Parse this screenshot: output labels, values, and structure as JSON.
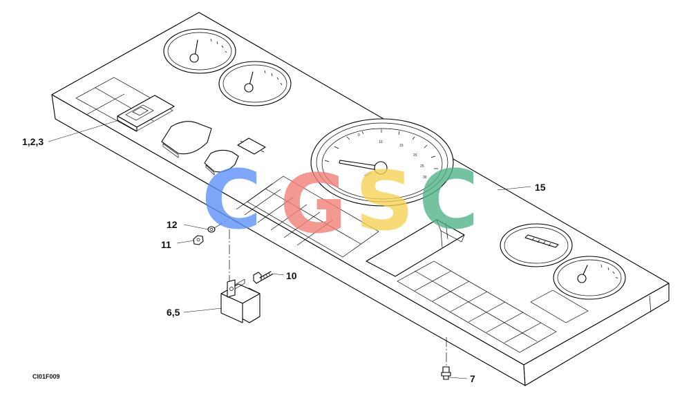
{
  "callouts": {
    "c123": "1,2,3",
    "c15": "15",
    "c12": "12",
    "c11": "11",
    "c10": "10",
    "c65": "6,5",
    "c7": "7"
  },
  "drawing_ref": "CI01F009",
  "watermark": {
    "letters": [
      "C",
      "G",
      "S",
      "C"
    ],
    "colors": [
      "#5b8ff9",
      "#f27c74",
      "#f7d154",
      "#4fb287"
    ]
  },
  "gauge_labels": {
    "tacho_unit": "x100",
    "tacho_ticks": [
      "0",
      "10",
      "15",
      "20",
      "25",
      "30"
    ]
  }
}
